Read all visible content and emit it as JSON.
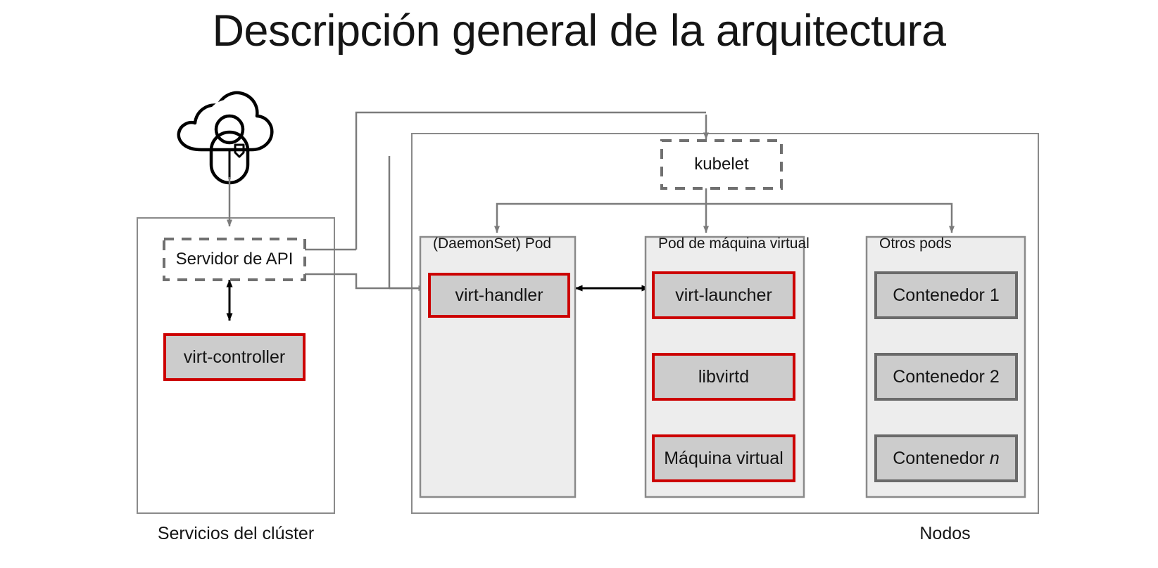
{
  "title": "Descripción general de la arquitectura",
  "colors": {
    "accent_red": "#cc0000",
    "box_fill": "#cccccc",
    "pod_fill": "#ededed",
    "border_gray": "#8a8a8a",
    "dark_gray": "#6a6a6a",
    "connector": "#7b7b7b",
    "text": "#151515",
    "arrow_black": "#000000"
  },
  "icons": {
    "cloud_user": "cloud-user-icon"
  },
  "cluster": {
    "caption": "Servicios del clúster",
    "api_server": {
      "label": "Servidor de API",
      "style": "dashed"
    },
    "virt_controller": {
      "label": "virt-controller",
      "style": "red-solid"
    }
  },
  "nodes": {
    "caption": "Nodos",
    "kubelet": {
      "label": "kubelet",
      "style": "dashed"
    },
    "pods": [
      {
        "title": "(DaemonSet) Pod",
        "components": [
          {
            "label": "virt-handler",
            "style": "red-solid"
          }
        ]
      },
      {
        "title": "Pod de máquina virtual",
        "components": [
          {
            "label": "virt-launcher",
            "style": "red-solid"
          },
          {
            "label": "libvirtd",
            "style": "red-solid"
          },
          {
            "label": "Máquina virtual",
            "style": "red-solid"
          }
        ]
      },
      {
        "title": "Otros pods",
        "components": [
          {
            "label": "Contenedor 1",
            "style": "gray-solid"
          },
          {
            "label": "Contenedor 2",
            "style": "gray-solid"
          },
          {
            "label": "Contenedor n",
            "style": "gray-solid",
            "italic_tail": "n"
          }
        ]
      }
    ]
  }
}
